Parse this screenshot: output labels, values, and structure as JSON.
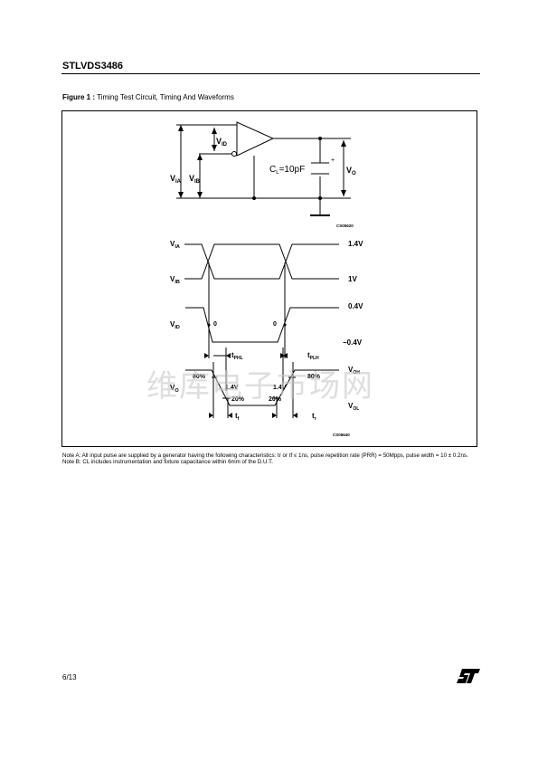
{
  "header": {
    "product": "STLVDS3486"
  },
  "figure": {
    "label": "Figure 1 :",
    "title": "Timing Test Circuit, Timing And Waveforms",
    "circuit": {
      "vid": "V",
      "vid_sub": "ID",
      "via": "V",
      "via_sub": "IA",
      "vib": "V",
      "vib_sub": "IB",
      "cl": "C",
      "cl_sub": "L",
      "cl_value": "=10pF",
      "vo": "V",
      "vo_sub": "O",
      "code": "CS05620"
    },
    "waveforms": {
      "via": "V",
      "via_sub": "IA",
      "vib": "V",
      "vib_sub": "IB",
      "vid": "V",
      "vid_sub": "ID",
      "vo": "V",
      "vo_sub": "O",
      "level_14": "1.4V",
      "level_1": "1V",
      "level_04": "0.4V",
      "level_m04": "−0.4V",
      "zero_a": "0",
      "zero_b": "0",
      "tphl": "t",
      "tphl_sub": "PHL",
      "tplh": "t",
      "tplh_sub": "PLH",
      "p80_a": "80%",
      "p80_b": "80%",
      "p14_a": "1.4V",
      "p14_b": "1.4V",
      "p20_a": "20%",
      "p20_b": "20%",
      "voh": "V",
      "voh_sub": "OH",
      "vol": "V",
      "vol_sub": "OL",
      "tf": "t",
      "tf_sub": "f",
      "tr": "t",
      "tr_sub": "r",
      "code": "CS05640"
    }
  },
  "notes": {
    "note_a": "Note A: All input pulse are supplied by a generator having the following characteristics: tr or tf ≤ 1ns, pulse repetition rate (PRR) = 50Mpps, pulse width = 10 ± 0.2ns.",
    "note_b": "Note B: CL includes instrumentation and fixture capacitance within 6mm of the D.U.T."
  },
  "footer": {
    "page": "6/13",
    "logo": "ST"
  },
  "watermark": "维库电子市场网",
  "colors": {
    "ink": "#000000",
    "rule": "#000000",
    "watermark": "#c9c9c9"
  }
}
